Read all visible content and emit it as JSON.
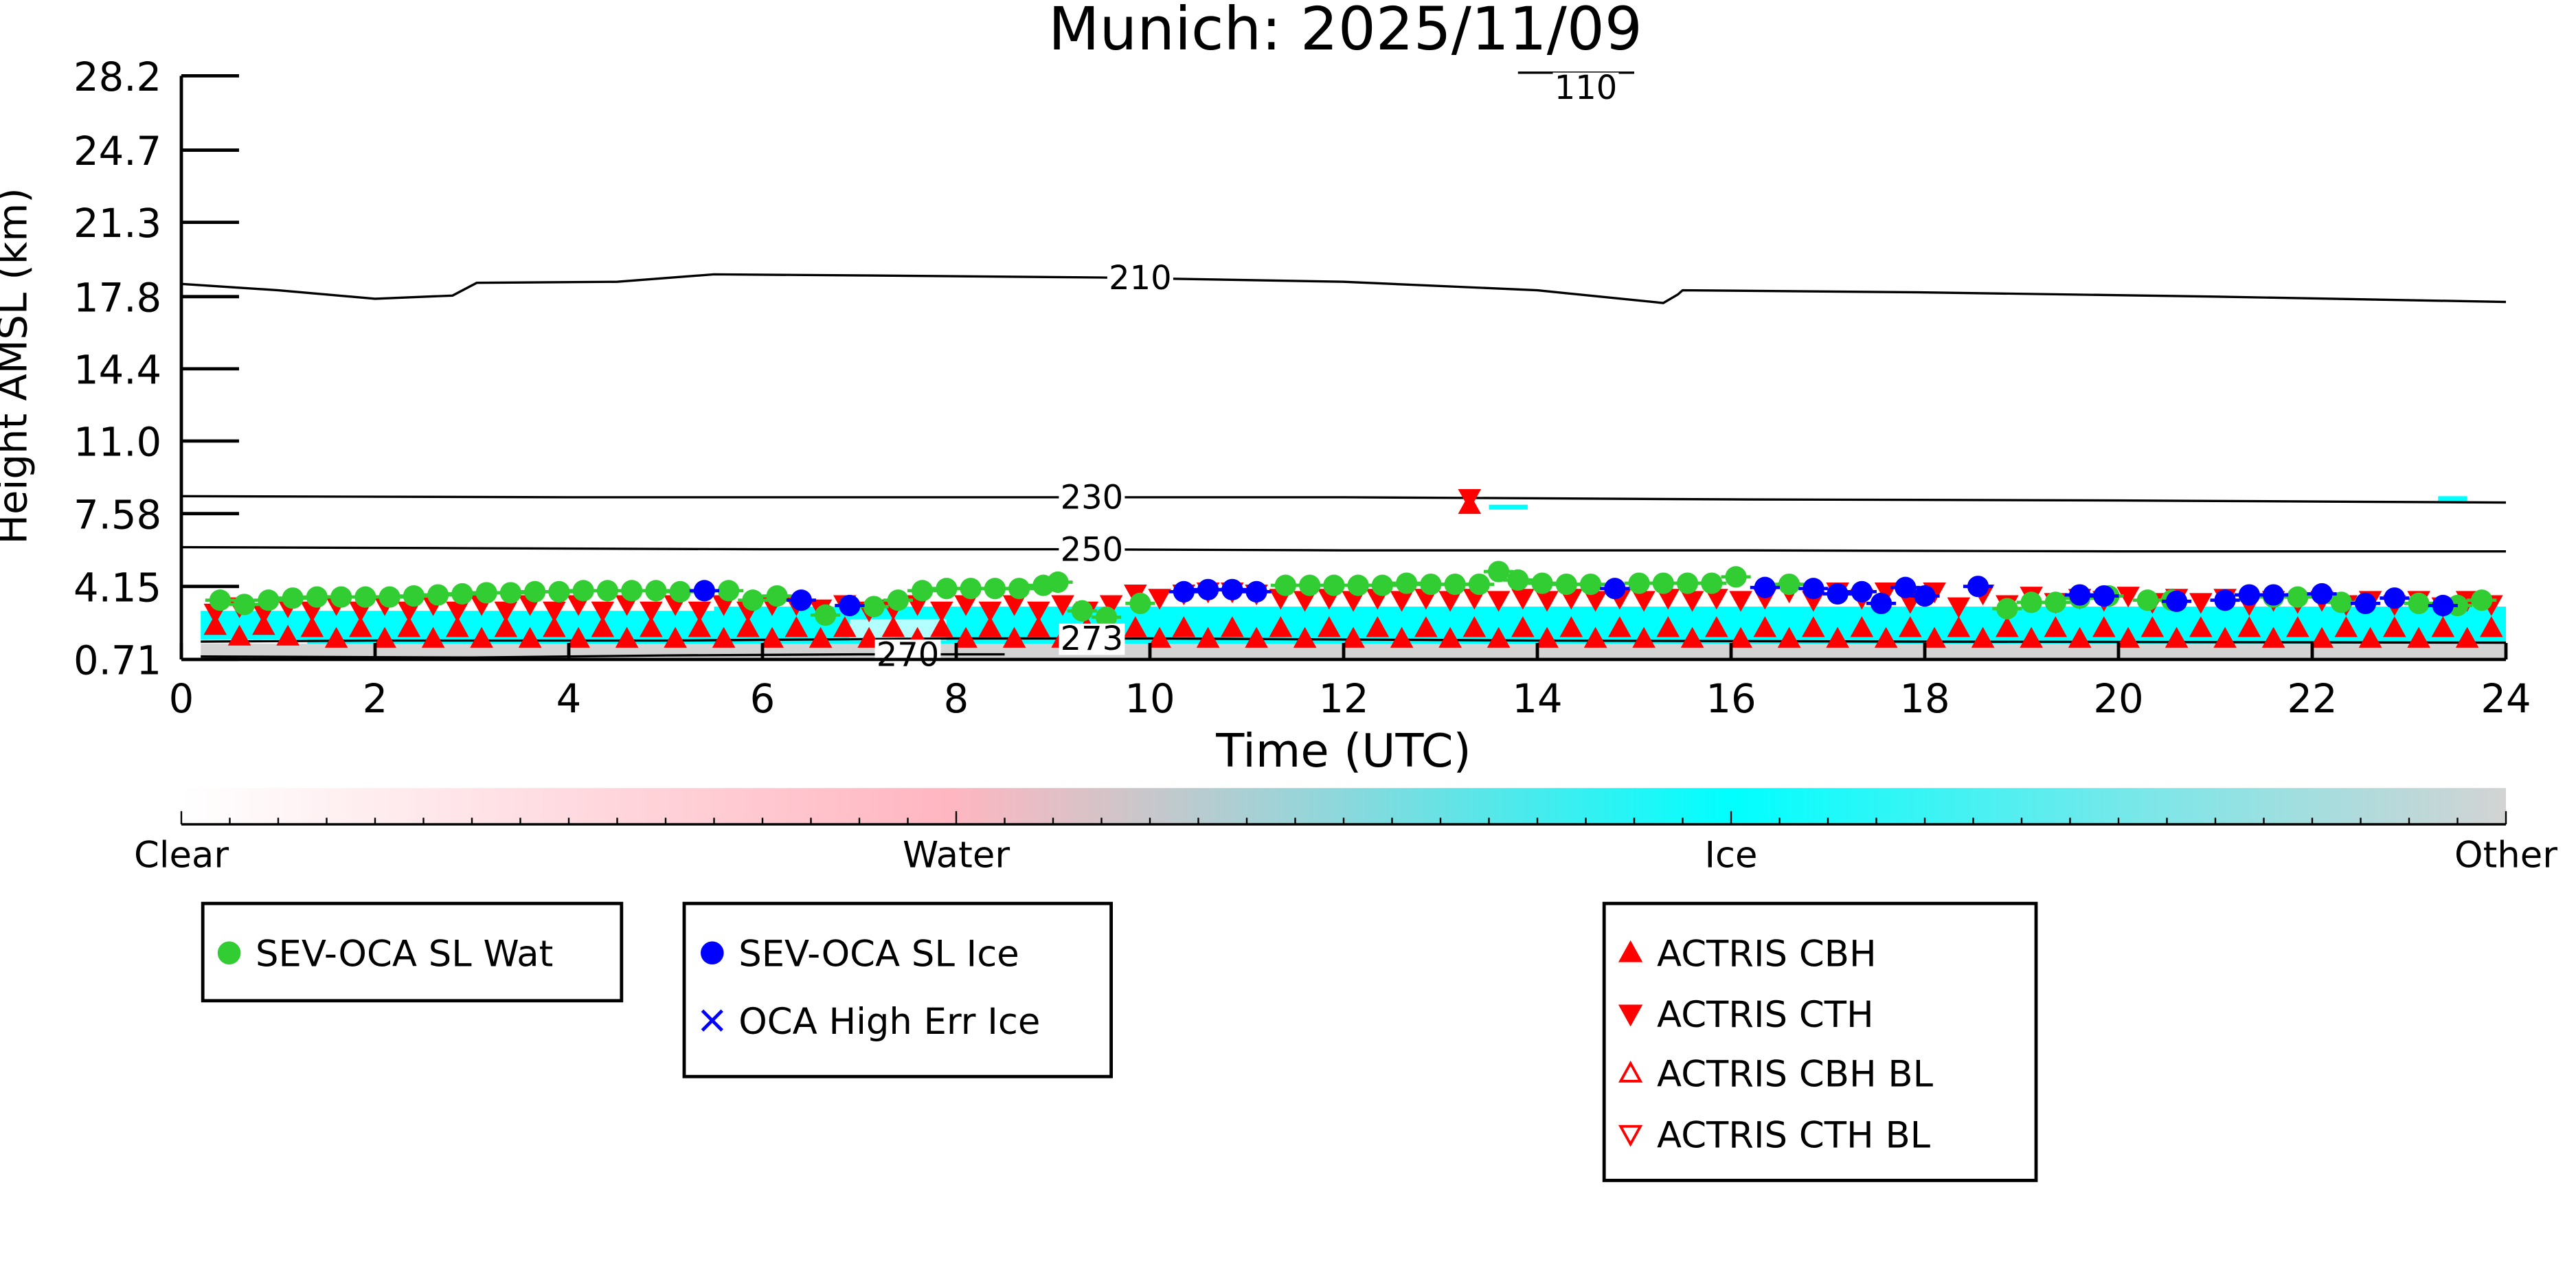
{
  "chart_data": {
    "type": "scatter",
    "title": "Munich: 2025/11/09",
    "xlabel": "Time (UTC)",
    "ylabel": "Height AMSL (km)",
    "xlim": [
      0,
      24
    ],
    "ylim": [
      0.71,
      28.2
    ],
    "xticks": [
      "0",
      "2",
      "4",
      "6",
      "8",
      "10",
      "12",
      "14",
      "16",
      "18",
      "20",
      "22",
      "24"
    ],
    "xtick_values": [
      0,
      2,
      4,
      6,
      8,
      10,
      12,
      14,
      16,
      18,
      20,
      22,
      24
    ],
    "yticks": [
      "28.2",
      "24.7",
      "21.3",
      "17.8",
      "14.4",
      "11.0",
      "7.58",
      "4.15",
      "0.71"
    ],
    "ytick_values": [
      28.2,
      24.7,
      21.3,
      17.8,
      14.4,
      11.0,
      7.58,
      4.15,
      0.71
    ],
    "colors": {
      "wat": "#32cd32",
      "ice": "#0000ff",
      "actris": "#ff0000",
      "cyan": "#00ffff",
      "gray": "#d3d3d3",
      "pink": "#ffb6c1"
    },
    "contours": [
      {
        "label": "110",
        "label_t": 14.5,
        "points": [
          [
            13.8,
            28.35
          ],
          [
            15.0,
            28.35
          ]
        ]
      },
      {
        "label": "210",
        "label_t": 9.9,
        "points": [
          [
            0,
            18.4
          ],
          [
            1,
            18.1
          ],
          [
            2,
            17.7
          ],
          [
            2.8,
            17.85
          ],
          [
            3.05,
            18.45
          ],
          [
            4.5,
            18.5
          ],
          [
            5.5,
            18.85
          ],
          [
            7,
            18.8
          ],
          [
            9.5,
            18.7
          ],
          [
            12,
            18.5
          ],
          [
            14,
            18.1
          ],
          [
            15.3,
            17.5
          ],
          [
            15.45,
            17.9
          ],
          [
            15.5,
            18.1
          ],
          [
            18,
            18.0
          ],
          [
            21,
            17.8
          ],
          [
            24,
            17.55
          ]
        ]
      },
      {
        "label": "230",
        "label_t": 9.4,
        "points": [
          [
            0,
            8.4
          ],
          [
            4,
            8.35
          ],
          [
            9,
            8.35
          ],
          [
            12,
            8.35
          ],
          [
            16,
            8.25
          ],
          [
            20,
            8.2
          ],
          [
            24,
            8.1
          ]
        ]
      },
      {
        "label": "250",
        "label_t": 9.4,
        "points": [
          [
            0,
            6.0
          ],
          [
            3,
            5.95
          ],
          [
            6,
            5.9
          ],
          [
            9,
            5.9
          ],
          [
            12,
            5.85
          ],
          [
            16,
            5.85
          ],
          [
            20,
            5.8
          ],
          [
            24,
            5.8
          ]
        ]
      },
      {
        "label": "273",
        "label_t": 9.4,
        "points": [
          [
            0.2,
            1.55
          ],
          [
            2,
            1.6
          ],
          [
            5,
            1.6
          ],
          [
            8,
            1.7
          ],
          [
            10,
            1.7
          ],
          [
            14,
            1.6
          ],
          [
            18,
            1.55
          ],
          [
            24,
            1.5
          ]
        ]
      },
      {
        "label": "270",
        "label_t": 7.5,
        "points": [
          [
            0.2,
            0.85
          ],
          [
            3,
            0.8
          ],
          [
            5,
            0.9
          ],
          [
            7,
            0.95
          ],
          [
            8.5,
            0.95
          ]
        ]
      }
    ],
    "sev_oca_wat": [
      [
        0.4,
        3.5
      ],
      [
        0.65,
        3.3
      ],
      [
        0.9,
        3.5
      ],
      [
        1.15,
        3.6
      ],
      [
        1.4,
        3.65
      ],
      [
        1.65,
        3.65
      ],
      [
        1.9,
        3.65
      ],
      [
        2.15,
        3.65
      ],
      [
        2.4,
        3.7
      ],
      [
        2.65,
        3.75
      ],
      [
        2.9,
        3.8
      ],
      [
        3.15,
        3.85
      ],
      [
        3.4,
        3.85
      ],
      [
        3.65,
        3.9
      ],
      [
        3.9,
        3.9
      ],
      [
        4.15,
        3.95
      ],
      [
        4.4,
        3.95
      ],
      [
        4.65,
        3.95
      ],
      [
        4.9,
        3.95
      ],
      [
        5.15,
        3.9
      ],
      [
        5.65,
        3.95
      ],
      [
        5.9,
        3.5
      ],
      [
        6.15,
        3.7
      ],
      [
        6.65,
        2.8
      ],
      [
        7.15,
        3.2
      ],
      [
        7.4,
        3.5
      ],
      [
        7.65,
        3.95
      ],
      [
        7.9,
        4.05
      ],
      [
        8.15,
        4.05
      ],
      [
        8.4,
        4.05
      ],
      [
        8.65,
        4.05
      ],
      [
        8.9,
        4.2
      ],
      [
        9.05,
        4.35
      ],
      [
        9.3,
        3.0
      ],
      [
        9.55,
        2.7
      ],
      [
        9.9,
        3.35
      ],
      [
        11.4,
        4.2
      ],
      [
        11.65,
        4.2
      ],
      [
        11.9,
        4.2
      ],
      [
        12.15,
        4.2
      ],
      [
        12.4,
        4.2
      ],
      [
        12.65,
        4.3
      ],
      [
        12.9,
        4.25
      ],
      [
        13.15,
        4.25
      ],
      [
        13.4,
        4.25
      ],
      [
        13.6,
        4.85
      ],
      [
        13.8,
        4.45
      ],
      [
        14.05,
        4.3
      ],
      [
        14.3,
        4.25
      ],
      [
        14.55,
        4.25
      ],
      [
        15.05,
        4.3
      ],
      [
        15.3,
        4.3
      ],
      [
        15.55,
        4.3
      ],
      [
        15.8,
        4.3
      ],
      [
        16.05,
        4.6
      ],
      [
        16.6,
        4.25
      ],
      [
        18.85,
        3.1
      ],
      [
        19.1,
        3.4
      ],
      [
        19.35,
        3.4
      ],
      [
        19.6,
        3.6
      ],
      [
        19.9,
        3.7
      ],
      [
        20.3,
        3.5
      ],
      [
        20.55,
        3.5
      ],
      [
        21.6,
        3.65
      ],
      [
        21.85,
        3.65
      ],
      [
        22.3,
        3.4
      ],
      [
        23.1,
        3.35
      ],
      [
        23.5,
        3.25
      ],
      [
        23.75,
        3.5
      ]
    ],
    "sev_oca_ice": [
      [
        5.4,
        3.95
      ],
      [
        6.4,
        3.5
      ],
      [
        6.9,
        3.25
      ],
      [
        10.35,
        3.9
      ],
      [
        10.6,
        4.0
      ],
      [
        10.85,
        4.0
      ],
      [
        11.1,
        3.9
      ],
      [
        14.8,
        4.05
      ],
      [
        16.35,
        4.1
      ],
      [
        16.85,
        4.05
      ],
      [
        17.1,
        3.8
      ],
      [
        17.35,
        3.9
      ],
      [
        17.55,
        3.35
      ],
      [
        17.8,
        4.1
      ],
      [
        18.0,
        3.7
      ],
      [
        18.55,
        4.15
      ],
      [
        19.6,
        3.75
      ],
      [
        19.85,
        3.7
      ],
      [
        20.6,
        3.45
      ],
      [
        21.1,
        3.5
      ],
      [
        21.35,
        3.75
      ],
      [
        21.6,
        3.75
      ],
      [
        22.1,
        3.8
      ],
      [
        22.55,
        3.35
      ],
      [
        22.85,
        3.6
      ],
      [
        23.35,
        3.25
      ]
    ],
    "actris_cbh": {
      "t0": 0.35,
      "dt": 0.25,
      "extra": [
        [
          13.3,
          8.0
        ]
      ],
      "h": [
        2.3,
        1.8,
        2.3,
        1.8,
        2.2,
        1.7,
        2.2,
        1.7,
        2.2,
        1.7,
        2.2,
        1.7,
        2.2,
        1.7,
        2.2,
        1.7,
        2.2,
        1.7,
        2.2,
        1.7,
        2.2,
        1.7,
        2.2,
        1.7,
        2.2,
        1.7,
        2.2,
        1.7,
        2.2,
        1.7,
        2.2,
        1.7,
        2.2,
        1.7,
        2.2,
        1.7,
        2.2,
        1.7,
        2.2,
        1.7,
        2.2,
        1.7,
        2.2,
        1.7,
        2.2,
        1.7,
        2.2,
        1.7,
        2.2,
        1.7,
        2.2,
        1.7,
        2.2,
        1.7,
        2.2,
        1.7,
        2.2,
        1.7,
        2.2,
        1.7,
        2.2,
        1.7,
        2.2,
        1.7,
        2.2,
        1.7,
        2.2,
        1.7,
        2.2,
        1.7,
        2.2,
        1.7,
        2.2,
        1.7,
        2.2,
        1.7,
        2.2,
        1.7,
        2.2,
        1.7,
        2.2,
        1.7,
        2.2,
        1.7,
        2.2,
        1.7,
        2.2,
        1.7,
        2.2,
        1.7,
        2.2,
        1.7,
        2.2,
        1.7,
        2.2
      ]
    },
    "actris_cth": {
      "t0": 0.35,
      "dt": 0.25,
      "extra": [
        [
          13.3,
          8.3
        ]
      ],
      "h": [
        2.9,
        3.2,
        2.9,
        3.2,
        3.0,
        3.3,
        3.0,
        3.3,
        3.0,
        3.3,
        3.0,
        3.3,
        3.0,
        3.3,
        3.0,
        3.3,
        3.0,
        3.3,
        3.0,
        3.3,
        3.0,
        3.3,
        3.0,
        3.3,
        3.3,
        3.1,
        3.3,
        3.0,
        3.1,
        3.3,
        3.0,
        3.3,
        3.0,
        3.3,
        3.0,
        3.3,
        3.0,
        3.3,
        3.8,
        3.6,
        3.8,
        3.9,
        3.9,
        3.8,
        3.6,
        3.5,
        3.6,
        3.5,
        3.6,
        3.5,
        3.6,
        3.5,
        3.6,
        3.5,
        3.6,
        3.5,
        3.6,
        3.5,
        3.6,
        3.5,
        3.6,
        3.5,
        3.6,
        3.5,
        3.6,
        3.9,
        3.5,
        3.9,
        3.6,
        3.9,
        3.4,
        3.9,
        3.2,
        3.8,
        3.3,
        3.7,
        3.4,
        3.6,
        3.5,
        3.7,
        3.4,
        3.6,
        3.4,
        3.6,
        3.3,
        3.5,
        3.4,
        3.5,
        3.3,
        3.5,
        3.3,
        3.5,
        3.2,
        3.5,
        3.3
      ]
    },
    "colorbar": {
      "labels": [
        "Clear",
        "Water",
        "Ice",
        "Other"
      ],
      "values": [
        0,
        1,
        2,
        3
      ]
    },
    "legend": {
      "box1": [
        "SEV-OCA SL Wat"
      ],
      "box2": [
        "SEV-OCA SL Ice",
        "OCA High Err Ice"
      ],
      "box3": [
        "ACTRIS CBH",
        "ACTRIS CTH",
        "ACTRIS CBH BL",
        "ACTRIS CTH BL"
      ]
    }
  }
}
